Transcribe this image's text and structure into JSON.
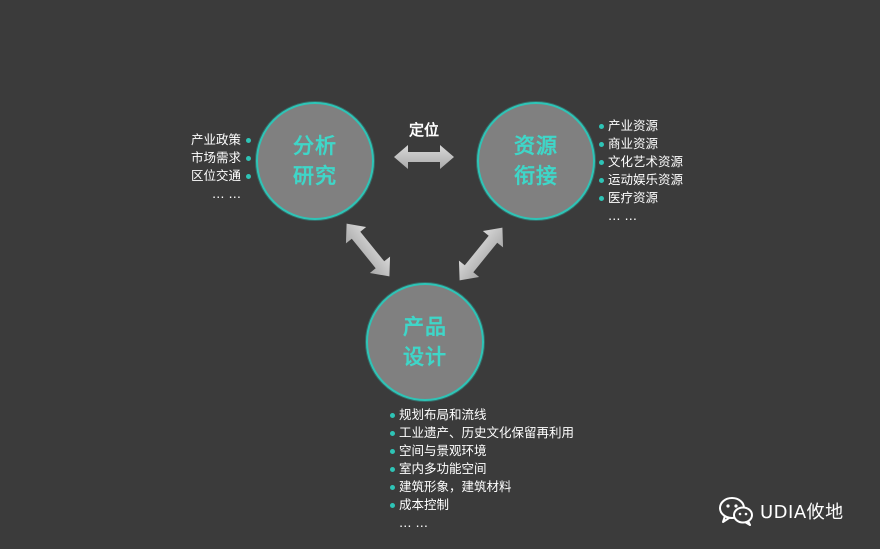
{
  "nodes": {
    "analysis": {
      "label": "分析\n研究",
      "items": [
        "产业政策",
        "市场需求",
        "区位交通",
        "… …"
      ]
    },
    "resources": {
      "label": "资源\n衔接",
      "items": [
        "产业资源",
        "商业资源",
        "文化艺术资源",
        "运动娱乐资源",
        "医疗资源",
        "… …"
      ]
    },
    "design": {
      "label": "产品\n设计",
      "items": [
        "规划布局和流线",
        "工业遗产、历史文化保留再利用",
        "空间与景观环境",
        "室内多功能空间",
        "建筑形象，建筑材料",
        "成本控制",
        "… …"
      ]
    }
  },
  "edge_label": "定位",
  "brand": {
    "text": "UDIA攸地",
    "icon": "wechat-icon"
  },
  "colors": {
    "background": "#3b3b3b",
    "circle_fill": "#808080",
    "accent": "#2ec4b6",
    "arrow": "#c8c8c8"
  }
}
